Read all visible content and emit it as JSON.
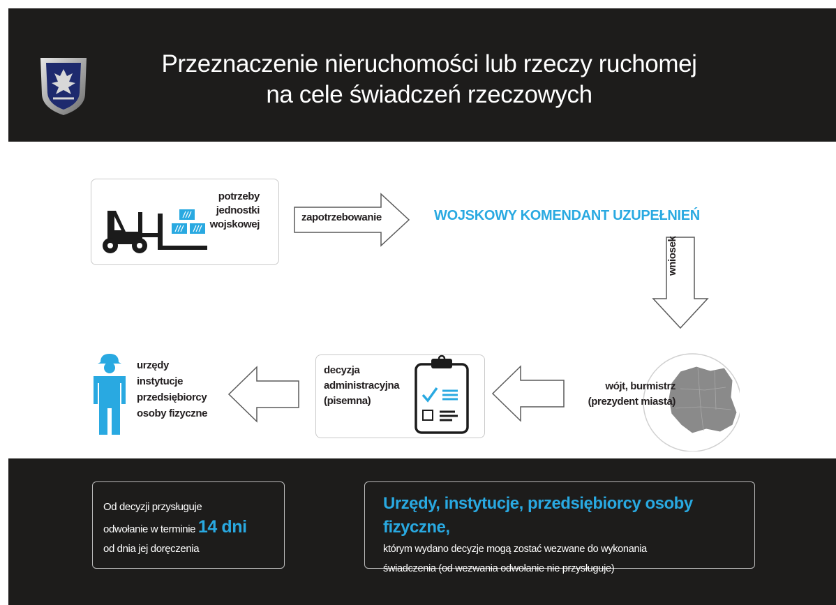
{
  "header": {
    "title_line1": "Przeznaczenie nieruchomości lub rzeczy ruchomej",
    "title_line2": "na cele świadczeń rzeczowych"
  },
  "flow": {
    "needs": {
      "line1": "potrzeby",
      "line2": "jednostki",
      "line3": "wojskowej"
    },
    "request_label": "zapotrzebowanie",
    "commander": "WOJSKOWY KOMENDANT UZUPEŁNIEŃ",
    "application_label": "wniosek",
    "mayor": {
      "line1": "wójt, burmistrz",
      "line2": "(prezydent miasta)"
    },
    "decision": {
      "line1": "decyzja",
      "line2": "administracyjna",
      "line3": "(pisemna)"
    },
    "recipients": {
      "line1": "urzędy",
      "line2": "instytucje",
      "line3": "przedsiębiorcy",
      "line4": "osoby fizyczne"
    }
  },
  "footer": {
    "appeal": {
      "line1": "Od decyzji przysługuje",
      "line2_prefix": "odwołanie w terminie ",
      "line2_emph": "14 dni",
      "line3": "od dnia jej doręczenia"
    },
    "entities": {
      "heading": "Urzędy, instytucje, przedsiębiorcy osoby fizyczne,",
      "line1": "którym wydano decyzje mogą zostać wezwane do wykonania",
      "line2": "świadczenia (od wezwania odwołanie nie przysługuje)"
    }
  },
  "colors": {
    "accent": "#29a9e1",
    "dark": "#1d1c1b",
    "text": "#231f20",
    "map": "#8a8a8a"
  },
  "icons": [
    "emblem-icon",
    "forklift-icon",
    "clipboard-checklist-icon",
    "poland-map-icon",
    "person-icon",
    "arrow-icon"
  ]
}
